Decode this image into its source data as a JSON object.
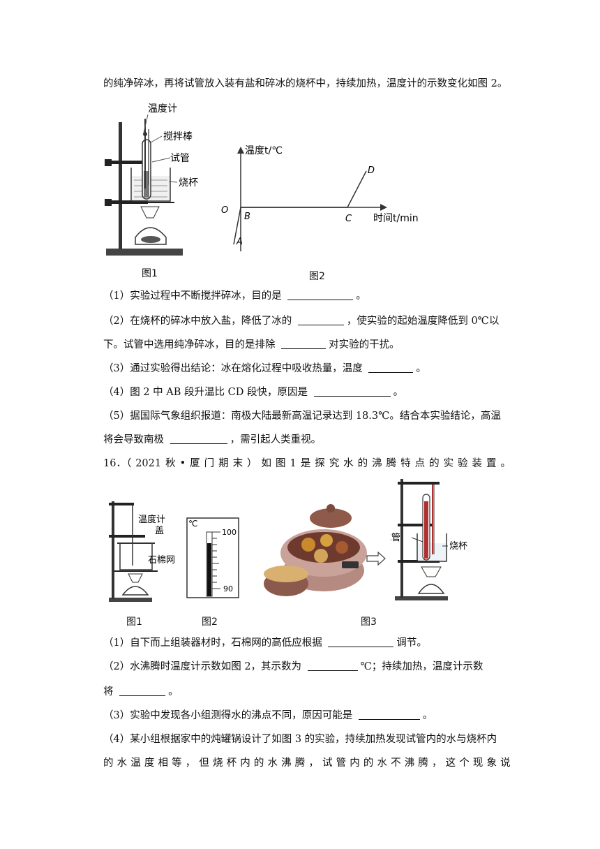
{
  "intro_line": "的纯净碎冰，再将试管放入装有盐和碎冰的烧杯中，持续加热，温度计的示数变化如图 2。",
  "fig1_labels": {
    "thermometer": "温度计",
    "stirrer": "搅拌棒",
    "tube": "试管",
    "beaker": "烧杯",
    "caption": "图1"
  },
  "fig2": {
    "ylabel": "温度t/℃",
    "xlabel": "时间t/min",
    "origin": "O",
    "pA": "A",
    "pB": "B",
    "pC": "C",
    "pD": "D",
    "caption": "图2"
  },
  "q15": {
    "q1_pre": "（1）实验过程中不断搅拌碎冰，目的是 ",
    "q1_post": "。",
    "q2_pre": "（2）在烧杯的碎冰中放入盐，降低了冰的 ",
    "q2_post": "，使实验的起始温度降低到 0℃以",
    "q2b_pre": "下。试管中选用纯净碎冰，目的是排除 ",
    "q2b_post": "对实验的干扰。",
    "q3_pre": "（3）通过实验得出结论：冰在熔化过程中吸收热量，温度 ",
    "q3_post": "。",
    "q4_pre": "（4）图 2 中 AB 段升温比 CD 段快，原因是 ",
    "q4_post": "。",
    "q5_line1": "（5）据国际气象组织报道：南极大陆最新高温记录达到 18.3℃。结合本实验结论，高温",
    "q5b_pre": "将会导致南极 ",
    "q5b_post": "，需引起人类重视。"
  },
  "q16": {
    "header_chars": [
      "16．（",
      "2021",
      "秋",
      "•",
      "厦",
      "门",
      "期",
      "末",
      "）",
      "如",
      "图",
      "1",
      "是",
      "探",
      "究",
      "水",
      "的",
      "沸",
      "腾",
      "特",
      "点",
      "的",
      "实",
      "验",
      "装",
      "置",
      "。"
    ],
    "fig1_labels": {
      "thermometer": "温度计",
      "lid": "盖",
      "gauze": "石棉网",
      "caption": "图1"
    },
    "fig2_labels": {
      "unit": "℃",
      "top": "100",
      "bottom": "90",
      "caption": "图2"
    },
    "fig3_labels": {
      "tube": "试管",
      "beaker": "烧杯",
      "caption": "图3"
    },
    "q1_pre": "（1）自下而上组装器材时，石棉网的高低应根据 ",
    "q1_post": "调节。",
    "q2_pre": "（2）水沸腾时温度计示数如图 2，其示数为 ",
    "q2_post": "℃；持续加热，温度计示数",
    "q2b_pre": "将 ",
    "q2b_post": "。",
    "q3_pre": "（3）实验中发现各小组测得水的沸点不同，原因可能是 ",
    "q3_post": "。",
    "q4_line1": "（4）某小组根据家中的炖罐锅设计了如图 3 的实验，持续加热发现试管内的水与烧杯内",
    "q4_line2_chars": [
      "的",
      "水",
      "温",
      "度",
      "相",
      "等",
      "，",
      "但",
      "烧",
      "杯",
      "内",
      "的",
      "水",
      "沸",
      "腾",
      "，",
      "试",
      "管",
      "内",
      "的",
      "水",
      "不",
      "沸",
      "腾",
      "，",
      "这",
      "个",
      "现",
      "象",
      "说"
    ]
  }
}
